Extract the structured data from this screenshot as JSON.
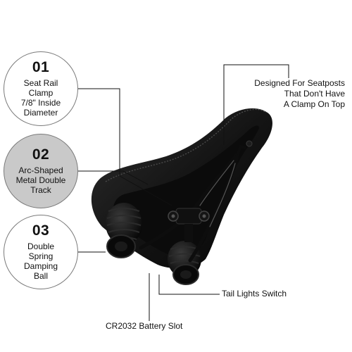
{
  "features": [
    {
      "number": "01",
      "lines": [
        "Seat Rail Clamp",
        "7/8\" Inside",
        "Diameter"
      ],
      "style": "light"
    },
    {
      "number": "02",
      "lines": [
        "Arc-Shaped",
        "Metal Double",
        "Track"
      ],
      "style": "grey"
    },
    {
      "number": "03",
      "lines": [
        "Double",
        "Spring",
        "Damping",
        "Ball"
      ],
      "style": "light"
    }
  ],
  "callouts": {
    "seatpost": [
      "Designed For Seatposts",
      "That Don't Have",
      "A Clamp On Top"
    ],
    "tail_lights": "Tail Lights Switch",
    "battery": "CR2032 Battery Slot"
  },
  "colors": {
    "saddle": "#141414",
    "badge_grey": "#c9c9c9",
    "badge_border": "#7a7a7a",
    "leader_line": "#111111"
  },
  "product": "bicycle-saddle-underside"
}
